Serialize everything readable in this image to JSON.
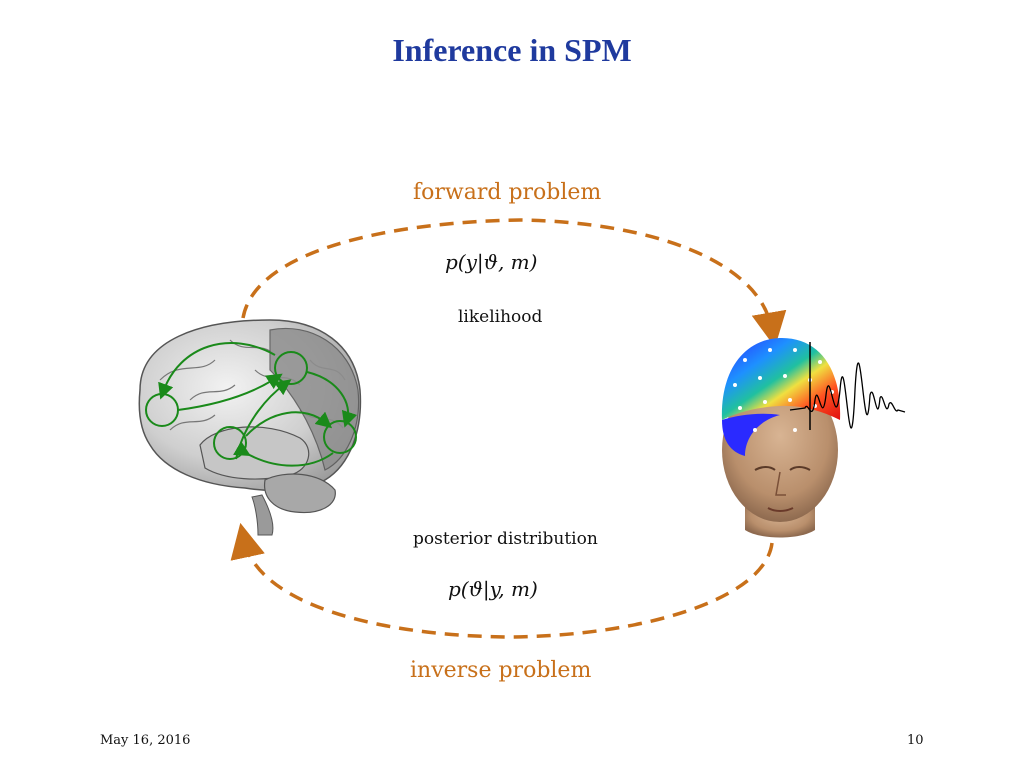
{
  "slide": {
    "title": "Inference in SPM",
    "forward_label": "forward problem",
    "forward_formula": "p(y|ϑ, m)",
    "forward_caption": "likelihood",
    "inverse_caption": "posterior distribution",
    "inverse_formula": "p(ϑ|y, m)",
    "inverse_label": "inverse problem",
    "date": "May 16, 2016",
    "page_number": "10"
  },
  "colors": {
    "title": "#1f3a9e",
    "accent_orange": "#c8701a",
    "network_green": "#1a8a1a"
  },
  "icons": [
    "brain-illustration",
    "head-eeg-topography",
    "eeg-waveform"
  ]
}
